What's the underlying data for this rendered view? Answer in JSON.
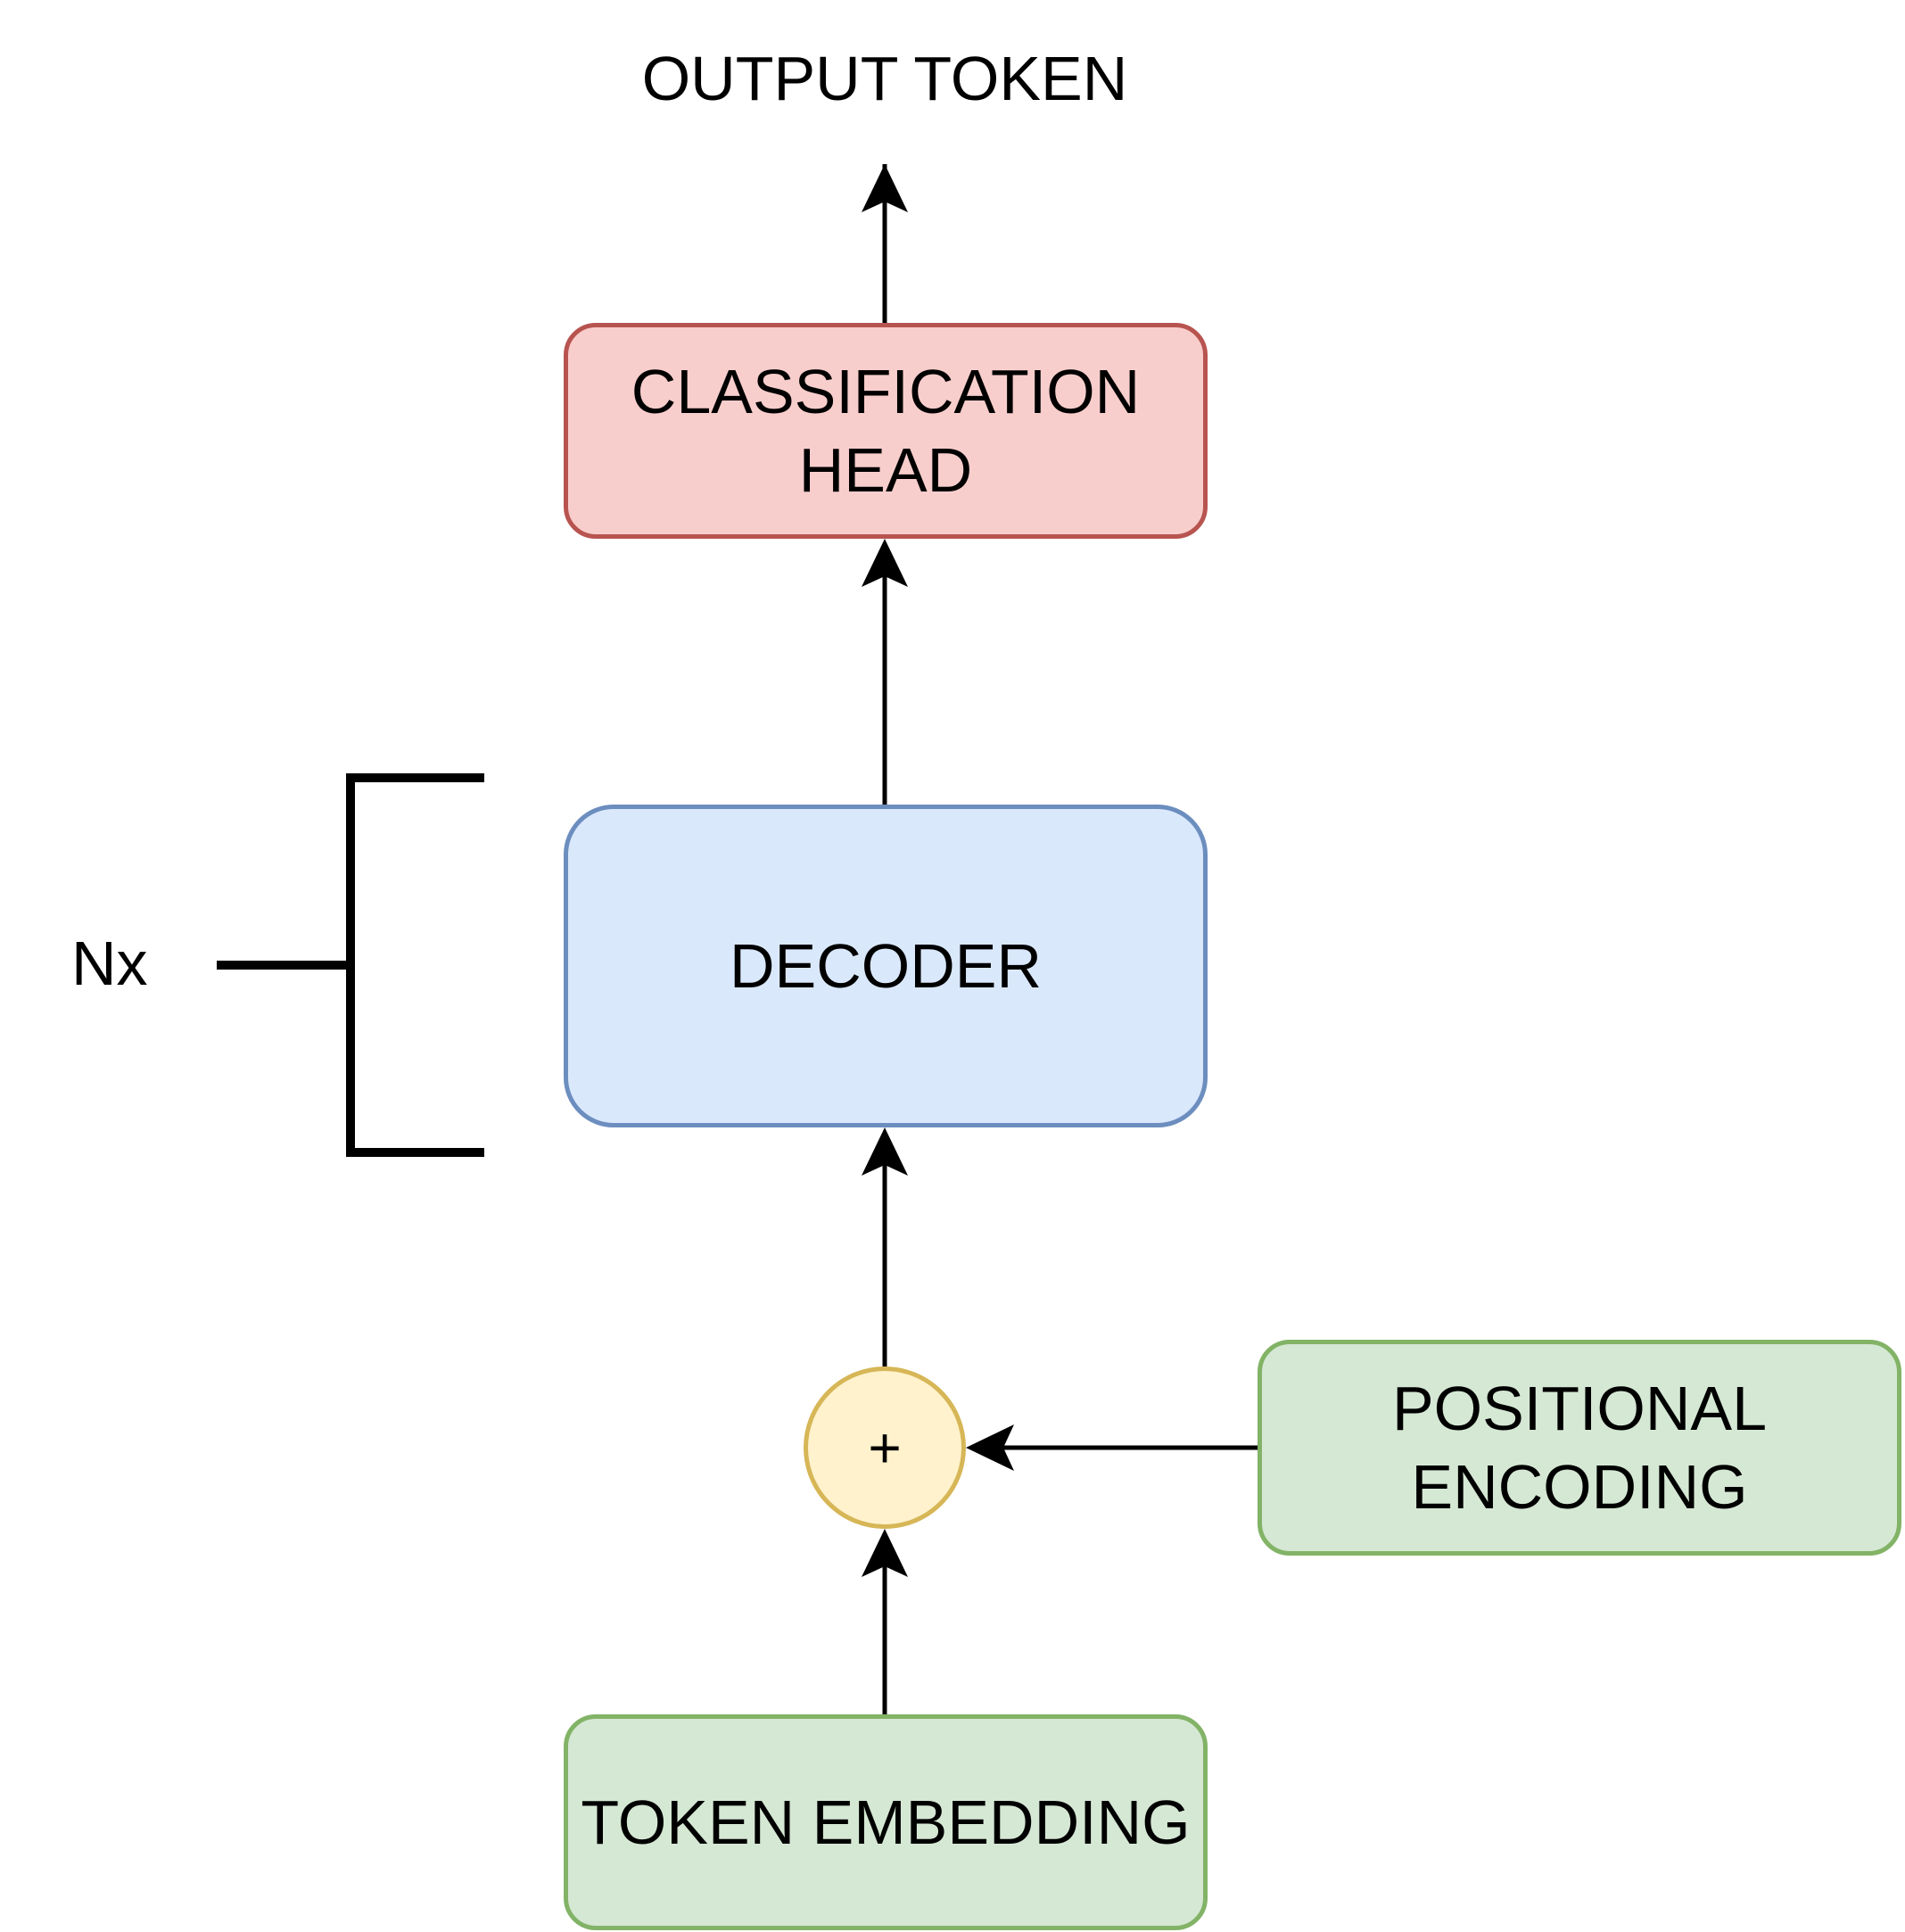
{
  "output": {
    "label": "OUTPUT TOKEN"
  },
  "classification_head": {
    "line1": "CLASSIFICATION",
    "line2": "HEAD",
    "fill": "#f8cecc",
    "stroke": "#b85450"
  },
  "decoder": {
    "label": "DECODER",
    "fill": "#dae8fc",
    "stroke": "#6c8ebf"
  },
  "repeat": {
    "label": "Nx"
  },
  "add_node": {
    "label": "+",
    "fill": "#fff2cc",
    "stroke": "#d6b656"
  },
  "positional_encoding": {
    "line1": "POSITIONAL",
    "line2": "ENCODING",
    "fill": "#d5e8d4",
    "stroke": "#82b366"
  },
  "token_embedding": {
    "label": "TOKEN EMBEDDING",
    "fill": "#d5e8d4",
    "stroke": "#82b366"
  },
  "connector_color": "#000000"
}
